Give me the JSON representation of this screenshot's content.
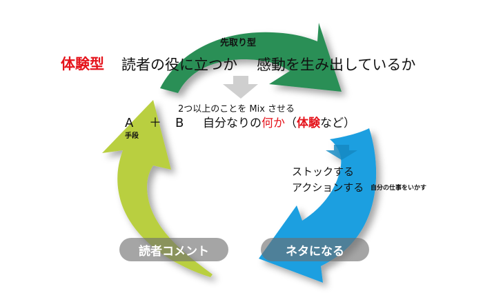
{
  "colors": {
    "green_arrow": "#2a8f57",
    "lime_arrow": "#b9cf3f",
    "blue_arrow": "#1a9fe0",
    "gray_arrow": "#cfcfcf",
    "accent_red": "#e5141c",
    "pill_bg": "#6e6e6e"
  },
  "top": {
    "arrow_label": "先取り型",
    "headline_red": "体験型",
    "headline_1": "読者の役に立つか",
    "headline_2": "感動を生み出しているか"
  },
  "middle": {
    "mix_caption": "2つ以上のことを Mix させる",
    "a": "A",
    "plus": "＋",
    "b": "B",
    "b_desc_1": "自分なりの",
    "b_desc_red_1": "何か",
    "b_desc_paren_open": "（",
    "b_desc_red_2": "体験",
    "b_desc_2": "など）",
    "a_sub": "手段"
  },
  "right": {
    "line_1": "ストックする",
    "line_2": "アクションする",
    "note": "自分の仕事をいかす"
  },
  "pills": {
    "left": "読者コメント",
    "right": "ネタになる"
  },
  "icons": [
    "green-curved-arrow-icon",
    "lime-curved-arrow-icon",
    "blue-curved-arrow-icon",
    "gray-down-arrow-icon"
  ]
}
